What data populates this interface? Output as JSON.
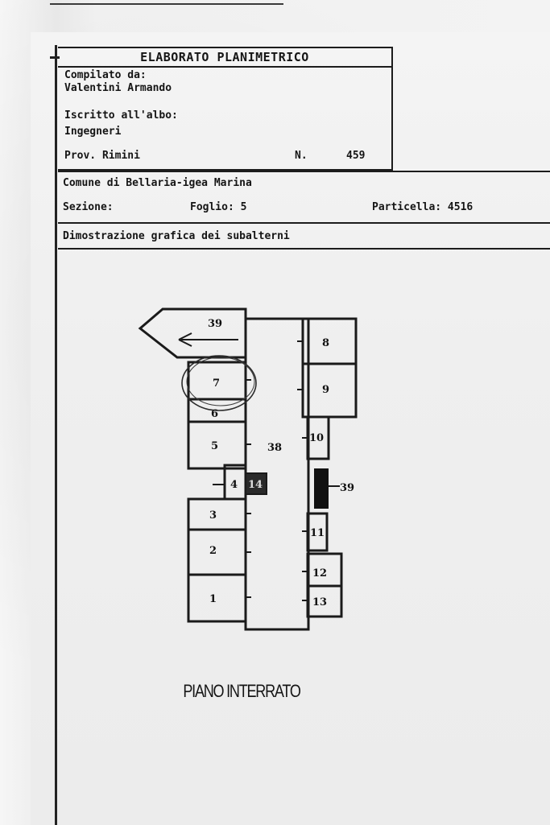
{
  "header": {
    "title": "ELABORATO PLANIMETRICO",
    "compiled_by_label": "Compilato da:",
    "compiled_by_name": "Valentini Armando",
    "register_label": "Iscritto all'albo:",
    "register_value": "Ingegneri",
    "province": "Prov. Rimini",
    "number_label": "N.",
    "number_value": "459"
  },
  "info": {
    "comune": "Comune di Bellaria-igea Marina",
    "sezione_label": "Sezione:",
    "foglio": "Foglio: 5",
    "particella": "Particella: 4516",
    "description": "Dimostrazione grafica dei subalterni"
  },
  "plan": {
    "caption": "PIANO INTERRATO",
    "units": {
      "u39_ramp": "39",
      "u8": "8",
      "u7": "7",
      "u9": "9",
      "u6": "6",
      "u5": "5",
      "u38_corridor": "38",
      "u10": "10",
      "u4": "4",
      "u14": "14",
      "u39_stair": "39",
      "u3": "3",
      "u11": "11",
      "u2": "2",
      "u12": "12",
      "u1": "1",
      "u13": "13"
    }
  }
}
